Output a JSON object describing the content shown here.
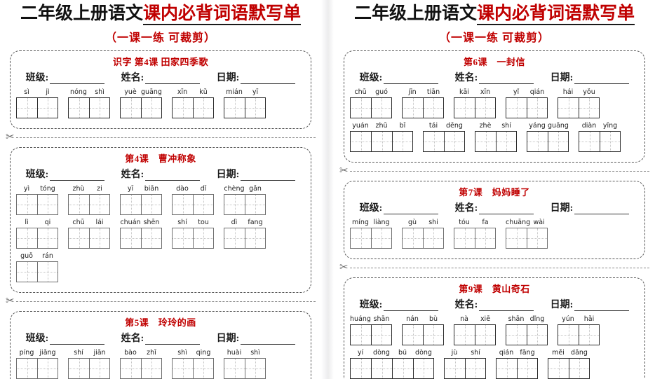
{
  "document": {
    "title_prefix": "二年级上册语文",
    "title_red_1": "课内必背词语",
    "title_red_2": "默写单",
    "subtitle": "（一课一练 可裁剪）",
    "accent_color": "#c00000",
    "cut_icon": "scissors-icon"
  },
  "labels": {
    "class": "班级:",
    "name": "姓名:",
    "date": "日期:"
  },
  "left_page": {
    "cards": [
      {
        "heading": "识字  第4课  田家四季歌",
        "dark_cells": true,
        "rows": [
          [
            {
              "pinyin": [
                "sì",
                "jì"
              ]
            },
            {
              "pinyin": [
                "nóng",
                "shì"
              ]
            },
            {
              "pinyin": [
                "yuè",
                "guāng"
              ]
            },
            {
              "pinyin": [
                "xīn",
                "kǔ"
              ]
            },
            {
              "pinyin": [
                "mián",
                "yī"
              ]
            }
          ]
        ]
      },
      {
        "heading": "第4课　曹冲称象",
        "dark_cells": false,
        "rows": [
          [
            {
              "pinyin": [
                "yì",
                "tóng"
              ]
            },
            {
              "pinyin": [
                "zhù",
                "zi"
              ]
            },
            {
              "pinyin": [
                "yī",
                "biān"
              ]
            },
            {
              "pinyin": [
                "dào",
                "dǐ"
              ]
            },
            {
              "pinyin": [
                "chèng",
                "gǎn"
              ]
            }
          ],
          [
            {
              "pinyin": [
                "lì",
                "qi"
              ]
            },
            {
              "pinyin": [
                "chū",
                "lái"
              ]
            },
            {
              "pinyin": [
                "chuán",
                "shēn"
              ]
            },
            {
              "pinyin": [
                "shí",
                "tou"
              ]
            },
            {
              "pinyin": [
                "dì",
                "fang"
              ]
            }
          ],
          [
            {
              "pinyin": [
                "guǒ",
                "rán"
              ]
            }
          ]
        ]
      },
      {
        "heading": "第5课　玲玲的画",
        "dark_cells": false,
        "rows": [
          [
            {
              "pinyin": [
                "píng",
                "jiǎng"
              ]
            },
            {
              "pinyin": [
                "shí",
                "jiān"
              ]
            },
            {
              "pinyin": [
                "bào",
                "zhǐ"
              ]
            },
            {
              "pinyin": [
                "shì",
                "qing"
              ]
            },
            {
              "pinyin": [
                "huài",
                "shì"
              ]
            }
          ]
        ]
      }
    ]
  },
  "right_page": {
    "cards": [
      {
        "heading": "第6课　一封信",
        "dark_cells": true,
        "rows": [
          [
            {
              "pinyin": [
                "chū",
                "guó"
              ]
            },
            {
              "pinyin": [
                "jīn",
                "tiān"
              ]
            },
            {
              "pinyin": [
                "kāi",
                "xīn"
              ]
            },
            {
              "pinyin": [
                "yǐ",
                "qián"
              ]
            },
            {
              "pinyin": [
                "hái",
                "yǒu"
              ]
            }
          ],
          [
            {
              "pinyin": [
                "yuán",
                "zhū",
                "bǐ"
              ]
            },
            {
              "pinyin": [
                "tái",
                "dēng"
              ]
            },
            {
              "pinyin": [
                "zhè",
                "shí"
              ]
            },
            {
              "pinyin": [
                "yáng",
                "guāng"
              ]
            },
            {
              "pinyin": [
                "diàn",
                "yǐng"
              ]
            }
          ]
        ]
      },
      {
        "heading": "第7课　妈妈睡了",
        "dark_cells": false,
        "rows": [
          [
            {
              "pinyin": [
                "míng",
                "liàng"
              ]
            },
            {
              "pinyin": [
                "gù",
                "shi"
              ]
            },
            {
              "pinyin": [
                "tóu",
                "fa"
              ]
            },
            {
              "pinyin": [
                "chuāng",
                "wài"
              ]
            }
          ]
        ]
      },
      {
        "heading": "第9课　黄山奇石",
        "dark_cells": true,
        "rows": [
          [
            {
              "pinyin": [
                "huáng",
                "shān"
              ]
            },
            {
              "pinyin": [
                "nán",
                "bù"
              ]
            },
            {
              "pinyin": [
                "nà",
                "xiē"
              ]
            },
            {
              "pinyin": [
                "shān",
                "dǐng"
              ]
            },
            {
              "pinyin": [
                "yún",
                "hǎi"
              ]
            }
          ],
          [
            {
              "pinyin": [
                "yí",
                "dòng",
                "bú",
                "dòng"
              ]
            },
            {
              "pinyin": [
                "jù",
                "shí"
              ]
            },
            {
              "pinyin": [
                "qián",
                "fāng"
              ]
            },
            {
              "pinyin": [
                "měi",
                "dāng"
              ]
            }
          ]
        ]
      }
    ]
  }
}
